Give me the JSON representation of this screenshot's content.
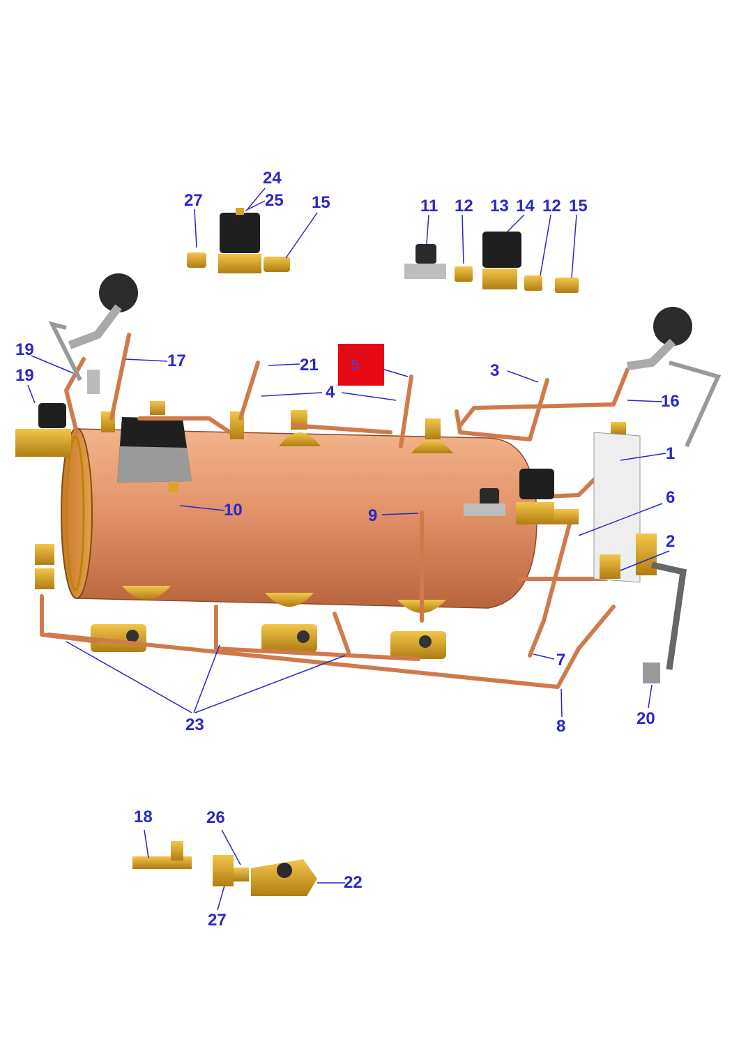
{
  "diagram": {
    "colors": {
      "copper": "#d88a5c",
      "brass": "#d9a520",
      "callout": "#2a27c9",
      "highlight": "#e50914"
    },
    "callouts": {
      "c1": "1",
      "c2": "2",
      "c3": "3",
      "c4": "4",
      "c5": "5",
      "c6": "6",
      "c7": "7",
      "c8": "8",
      "c9": "9",
      "c10": "10",
      "c11": "11",
      "c12a": "12",
      "c12b": "12",
      "c13": "13",
      "c14": "14",
      "c15a": "15",
      "c15b": "15",
      "c16": "16",
      "c17": "17",
      "c18": "18",
      "c19a": "19",
      "c19b": "19",
      "c20": "20",
      "c21": "21",
      "c22": "22",
      "c23": "23",
      "c24": "24",
      "c25": "25",
      "c26": "26",
      "c27a": "27",
      "c27b": "27"
    }
  }
}
